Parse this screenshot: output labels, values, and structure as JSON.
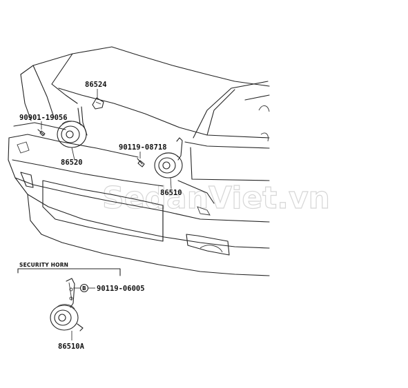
{
  "parts": {
    "p86524": "86524",
    "p90901": "90901-19056",
    "p86520": "86520",
    "p90119a": "90119-08718",
    "p86510": "86510",
    "p90119b": "90119-06005",
    "p86510a": "86510A"
  },
  "section": {
    "security_horn": "SECURITY HORN"
  },
  "callout_letter": "B",
  "watermark": "SedanViet.vn"
}
